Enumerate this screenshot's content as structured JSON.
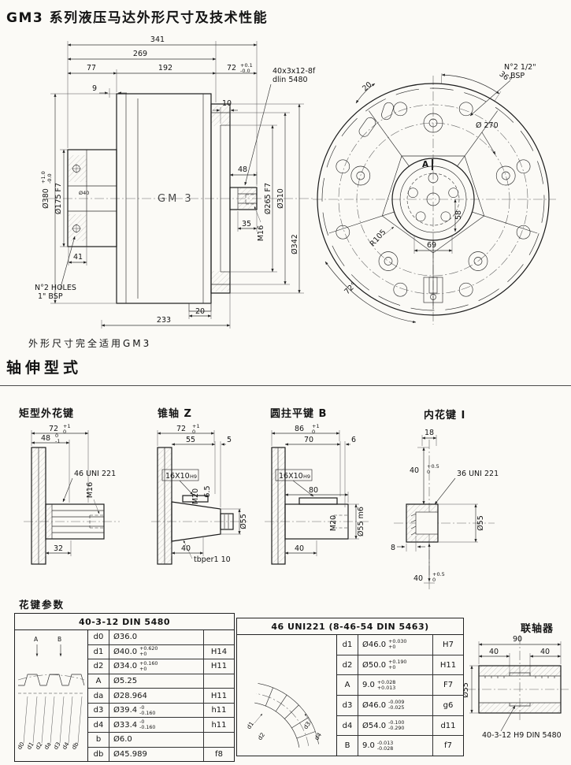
{
  "page": {
    "title": "GM3 系列液压马达外形尺寸及技术性能",
    "note": "外形尺寸完全适用GM3",
    "section_shafts": "轴伸型式",
    "spline_params": "花键参数"
  },
  "side": {
    "model": "GM 3",
    "d341": "341",
    "d269": "269",
    "d77": "77",
    "d192": "192",
    "d72": "72",
    "d72_tt": "+0.1",
    "d72_tb": "-0.0",
    "callout1": "40x3x12-8f",
    "callout2": "dlin 5480",
    "d10": "10",
    "d9": "9",
    "d48": "48",
    "d35": "35",
    "m16": "M16",
    "d41": "41",
    "holes1": "N°2 HOLES",
    "holes2": "1\" BSP",
    "d20": "20",
    "d233": "233",
    "dia380": "Ø380",
    "dia380_tt": "+1.0",
    "dia380_tb": "-0.0",
    "dia175": "Ø175 F7",
    "dia40": "Ø40",
    "dia265": "Ø265 F7",
    "dia310": "Ø310",
    "dia342": "Ø342"
  },
  "front": {
    "d20": "20",
    "a36": "36°",
    "bsp1": "N°2 1/2\"",
    "bsp2": "BSP",
    "dia270": "Ø 270",
    "secA": "A",
    "d69": "69",
    "d58": "58",
    "r105": "R105",
    "a72": "72°"
  },
  "shafts": {
    "s1": {
      "title": "矩型外花键",
      "d72": "72",
      "d72_tt": "+1",
      "d72_tb": "0",
      "d48": "48",
      "d48_tt": "0",
      "d48_tb": "-1",
      "spline": "46 UNI 221",
      "thread": "M16",
      "d32": "32"
    },
    "s2": {
      "title": "锥轴 Z",
      "d72": "72",
      "d72_tt": "+1",
      "d72_tb": "0",
      "d55": "55",
      "d5": "5",
      "key": "16X10",
      "key_fit": "H9",
      "thread": "M20",
      "d65": "6.5",
      "dia": "Ø55",
      "d40": "40",
      "taper": "tbper1 10"
    },
    "s3": {
      "title": "圆拄平键 B",
      "d86": "86",
      "d86_tt": "+1",
      "d86_tb": "0",
      "d70": "70",
      "d6": "6",
      "key": "16X10",
      "key_fit": "H9",
      "d80": "80",
      "thread": "M20",
      "dia": "Ø55 m6",
      "d40": "40"
    },
    "s4": {
      "title": "内花键 I",
      "d18": "18",
      "d40a": "40",
      "d40a_tt": "+0.5",
      "d40a_tb": "0",
      "spline": "36 UNI 221",
      "dia": "Ø55",
      "d8": "8",
      "d40b": "40",
      "d40b_tt": "+0.5",
      "d40b_tb": "0"
    }
  },
  "table1": {
    "header": "40-3-12 DIN 5480",
    "diag": {
      "a": "A",
      "b": "B",
      "labels": [
        "d0",
        "d1",
        "d2",
        "da",
        "d3",
        "d4",
        "db"
      ]
    },
    "rows": [
      {
        "label": "d0",
        "value": "Ø36.0",
        "tt": "",
        "tb": "",
        "fit": ""
      },
      {
        "label": "d1",
        "value": "Ø40.0",
        "tt": "+0.620",
        "tb": "+0",
        "fit": "H14"
      },
      {
        "label": "d2",
        "value": "Ø34.0",
        "tt": "+0.160",
        "tb": "+0",
        "fit": "H11"
      },
      {
        "label": "A",
        "value": "Ø5.25",
        "tt": "",
        "tb": "",
        "fit": ""
      },
      {
        "label": "da",
        "value": "Ø28.964",
        "tt": "",
        "tb": "",
        "fit": "H11"
      },
      {
        "label": "d3",
        "value": "Ø39.4",
        "tt": "-0",
        "tb": "-0.160",
        "fit": "h11"
      },
      {
        "label": "d4",
        "value": "Ø33.4",
        "tt": "-0",
        "tb": "-0.160",
        "fit": "h11"
      },
      {
        "label": "b",
        "value": "Ø6.0",
        "tt": "",
        "tb": "",
        "fit": ""
      },
      {
        "label": "db",
        "value": "Ø45.989",
        "tt": "",
        "tb": "",
        "fit": "f8"
      }
    ]
  },
  "table2": {
    "header": "46 UNI221 (8-46-54 DIN 5463)",
    "diag": {
      "labels": [
        "d1",
        "d2",
        "d3",
        "d4"
      ]
    },
    "rows": [
      {
        "label": "d1",
        "value": "Ø46.0",
        "tt": "+0.030",
        "tb": "+0",
        "fit": "H7"
      },
      {
        "label": "d2",
        "value": "Ø50.0",
        "tt": "+0.190",
        "tb": "+0",
        "fit": "H11"
      },
      {
        "label": "A",
        "value": "9.0",
        "tt": "+0.028",
        "tb": "+0.013",
        "fit": "F7"
      },
      {
        "label": "d3",
        "value": "Ø46.0",
        "tt": "-0.009",
        "tb": "-0.025",
        "fit": "g6"
      },
      {
        "label": "d4",
        "value": "Ø54.0",
        "tt": "-0.100",
        "tb": "-0.290",
        "fit": "d11"
      },
      {
        "label": "B",
        "value": "9.0",
        "tt": "-0.013",
        "tb": "-0.028",
        "fit": "f7"
      }
    ]
  },
  "coupling": {
    "title": "联轴器",
    "d90": "90",
    "d40a": "40",
    "d40b": "40",
    "dia55": "Ø55",
    "callout": "40-3-12 H9 DIN 5480"
  }
}
